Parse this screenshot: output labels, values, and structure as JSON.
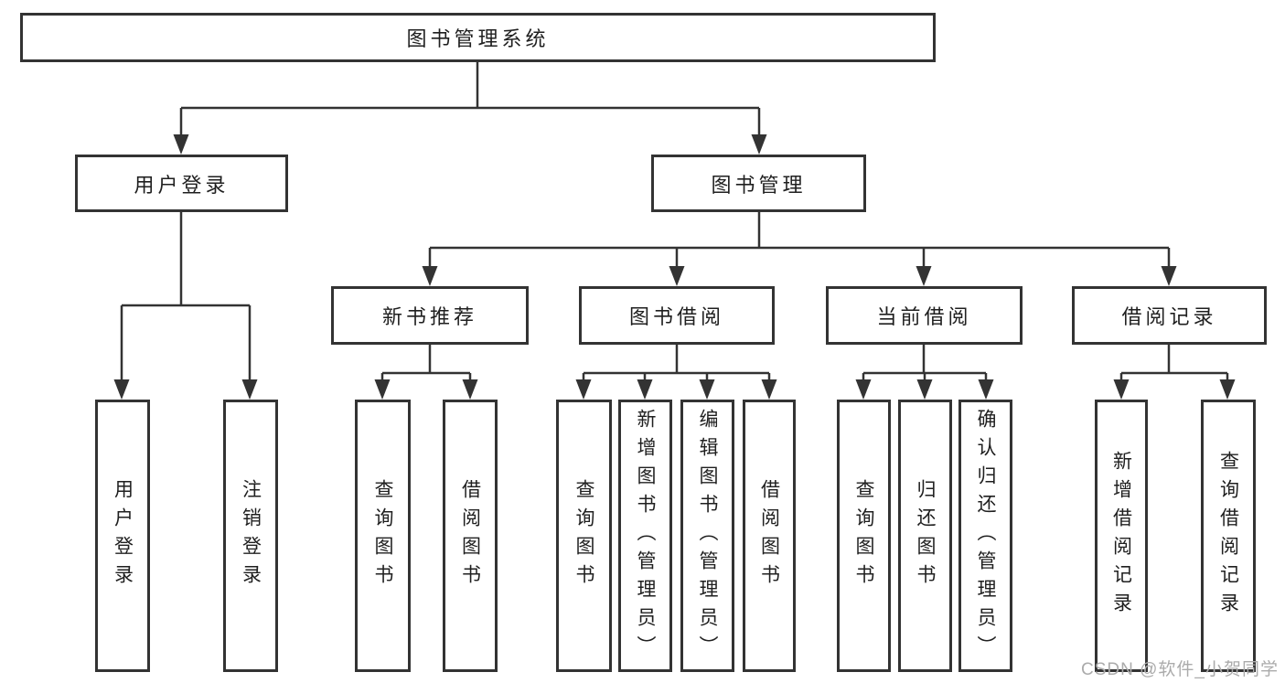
{
  "colors": {
    "line": "#333333",
    "box_border": "#333333",
    "text": "#1f1f1f",
    "watermark": "#ababab",
    "background": "#ffffff"
  },
  "tree": {
    "label": "图书管理系统",
    "children": [
      {
        "label": "用户登录",
        "children": [
          {
            "label": "用户登录"
          },
          {
            "label": "注销登录"
          }
        ]
      },
      {
        "label": "图书管理",
        "children": [
          {
            "label": "新书推荐",
            "children": [
              {
                "label": "查询图书"
              },
              {
                "label": "借阅图书"
              }
            ]
          },
          {
            "label": "图书借阅",
            "children": [
              {
                "label": "查询图书"
              },
              {
                "label": "新增图书（管理员）"
              },
              {
                "label": "编辑图书（管理员）"
              },
              {
                "label": "借阅图书"
              }
            ]
          },
          {
            "label": "当前借阅",
            "children": [
              {
                "label": "查询图书"
              },
              {
                "label": "归还图书"
              },
              {
                "label": "确认归还（管理员）"
              }
            ]
          },
          {
            "label": "借阅记录",
            "children": [
              {
                "label": "新增借阅记录"
              },
              {
                "label": "查询借阅记录"
              }
            ]
          }
        ]
      }
    ]
  },
  "watermark": "CSDN @软件_小贺同学"
}
